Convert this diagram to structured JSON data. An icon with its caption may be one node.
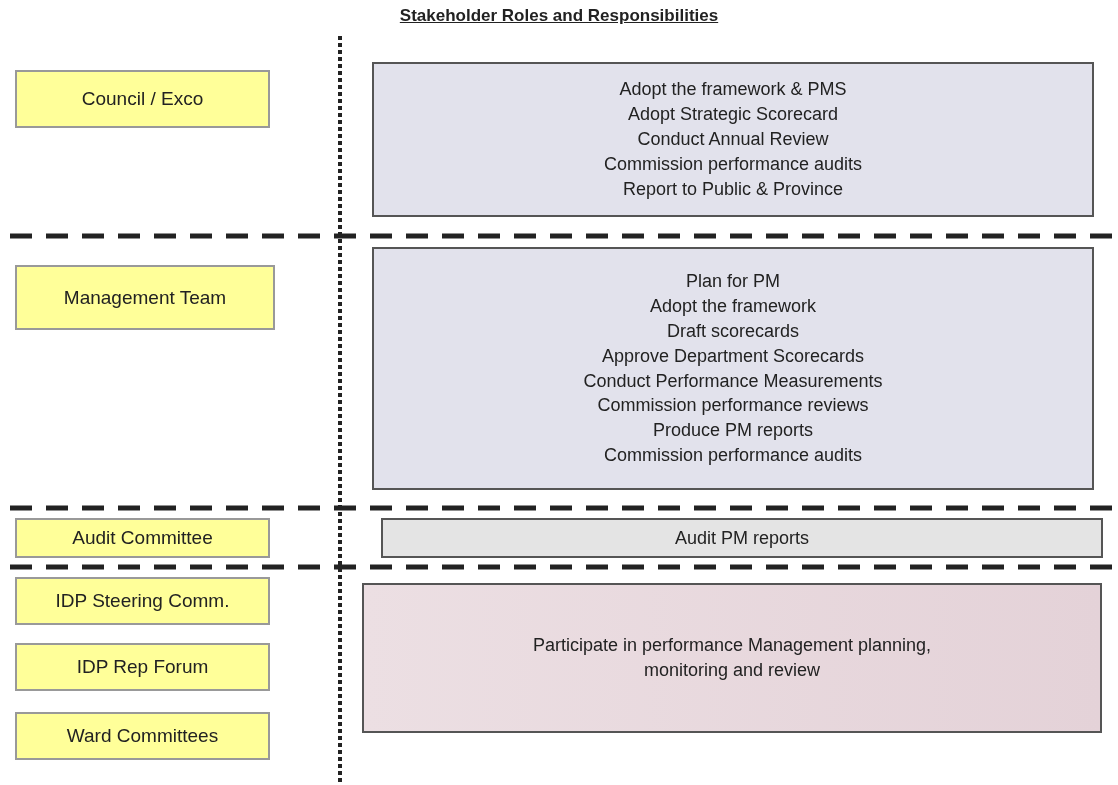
{
  "diagram": {
    "title": "Stakeholder Roles and Responsibilities",
    "nodes": [
      {
        "text": [
          "Council / Exco"
        ]
      },
      {
        "text": [
          "Adopt the framework & PMS",
          "Adopt Strategic Scorecard",
          "Conduct Annual Review",
          "Commission performance audits",
          "Report to Public & Province"
        ]
      },
      {
        "text": [
          "Management Team"
        ]
      },
      {
        "text": [
          "Plan for PM",
          "Adopt the framework",
          "Draft scorecards",
          "Approve Department Scorecards",
          "Conduct Performance Measurements",
          "Commission performance reviews",
          "Produce PM reports",
          "Commission performance audits"
        ]
      },
      {
        "text": [
          "Audit Committee"
        ]
      },
      {
        "text": [
          "Audit PM reports"
        ]
      },
      {
        "text": [
          "IDP Steering Comm."
        ]
      },
      {
        "text": [
          "IDP Rep Forum"
        ]
      },
      {
        "text": [
          "Ward Committees"
        ]
      },
      {
        "text": [
          "Participate in performance Management planning, monitoring and review"
        ]
      }
    ]
  }
}
